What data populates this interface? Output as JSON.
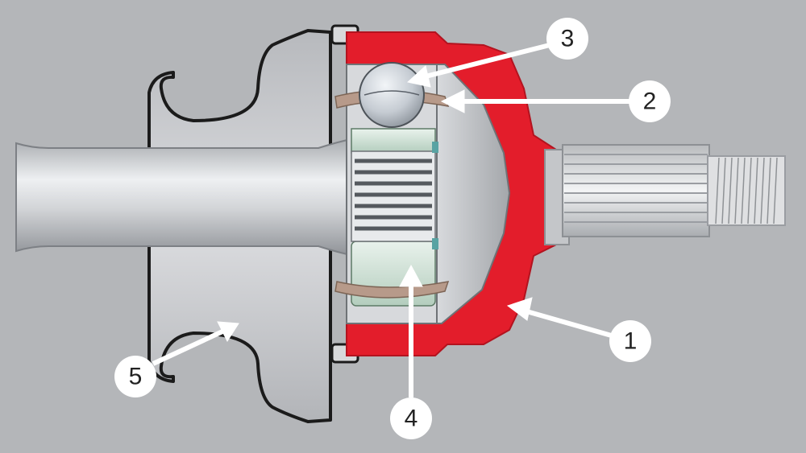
{
  "callouts": [
    {
      "id": "c1",
      "label": "1"
    },
    {
      "id": "c2",
      "label": "2"
    },
    {
      "id": "c3",
      "label": "3"
    },
    {
      "id": "c4",
      "label": "4"
    },
    {
      "id": "c5",
      "label": "5"
    }
  ],
  "colors": {
    "background": "#b4b6b9",
    "housing": "#e31d2b",
    "metal_light": "#e7e8ea",
    "metal_mid": "#c9cbce",
    "metal_dark": "#9a9da2",
    "cage": "#b79a8a",
    "inner_race": "#c8dccf",
    "outline": "#1b1b1b"
  }
}
